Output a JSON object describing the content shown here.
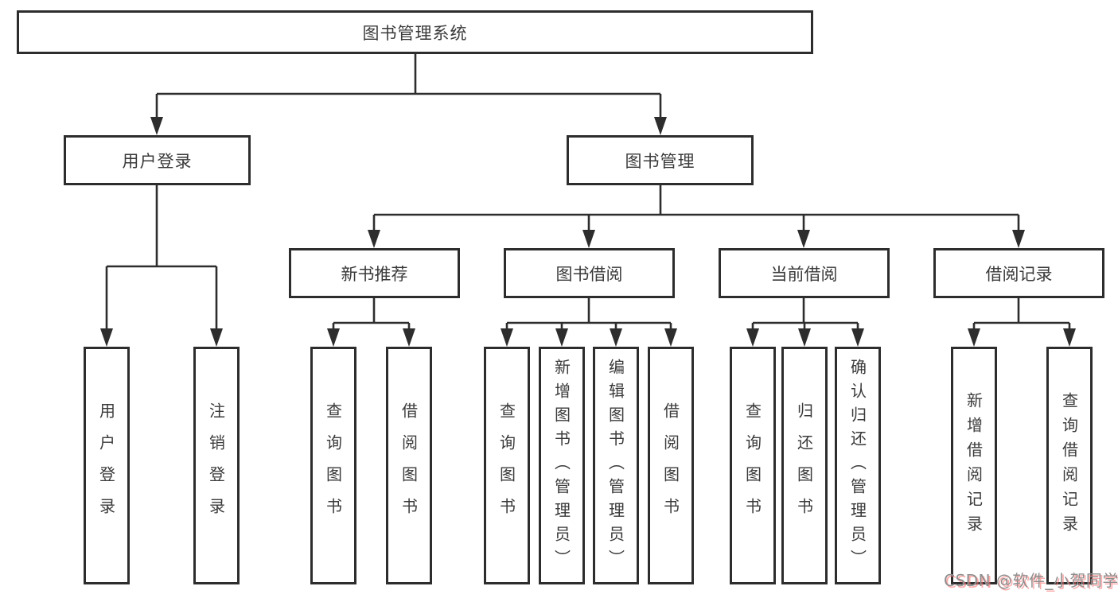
{
  "diagram": {
    "tree": {
      "root": {
        "label": "图书管理系统"
      },
      "children": [
        {
          "id": "user-login",
          "label": "用户登录",
          "children": [
            {
              "id": "login",
              "label": "用户登录"
            },
            {
              "id": "logout",
              "label": "注销登录"
            }
          ]
        },
        {
          "id": "book-management",
          "label": "图书管理",
          "children": [
            {
              "id": "new-book-recommend",
              "label": "新书推荐",
              "children": [
                {
                  "id": "query-books",
                  "label": "查询图书"
                },
                {
                  "id": "borrow-books",
                  "label": "借阅图书"
                }
              ]
            },
            {
              "id": "book-borrowing",
              "label": "图书借阅",
              "children": [
                {
                  "id": "query-books",
                  "label": "查询图书"
                },
                {
                  "id": "add-books-admin",
                  "label": "新增图书（管理员）"
                },
                {
                  "id": "edit-books-admin",
                  "label": "编辑图书（管理员）"
                },
                {
                  "id": "borrow-books",
                  "label": "借阅图书"
                }
              ]
            },
            {
              "id": "current-borrowing",
              "label": "当前借阅",
              "children": [
                {
                  "id": "query-books",
                  "label": "查询图书"
                },
                {
                  "id": "return-books",
                  "label": "归还图书"
                },
                {
                  "id": "confirm-return-admin",
                  "label": "确认归还（管理员）"
                }
              ]
            },
            {
              "id": "borrowing-records",
              "label": "借阅记录",
              "children": [
                {
                  "id": "add-borrow-record",
                  "label": "新增借阅记录"
                },
                {
                  "id": "query-borrow-record",
                  "label": "查询借阅记录"
                }
              ]
            }
          ]
        }
      ]
    }
  },
  "watermark": {
    "text": "CSDN @软件_小贺同学"
  },
  "colors": {
    "line": "#2d2d2d",
    "text": "#3a3a3a",
    "background": "#ffffff",
    "watermark_gray": "#8f8f8f",
    "watermark_red": "#f87171"
  }
}
